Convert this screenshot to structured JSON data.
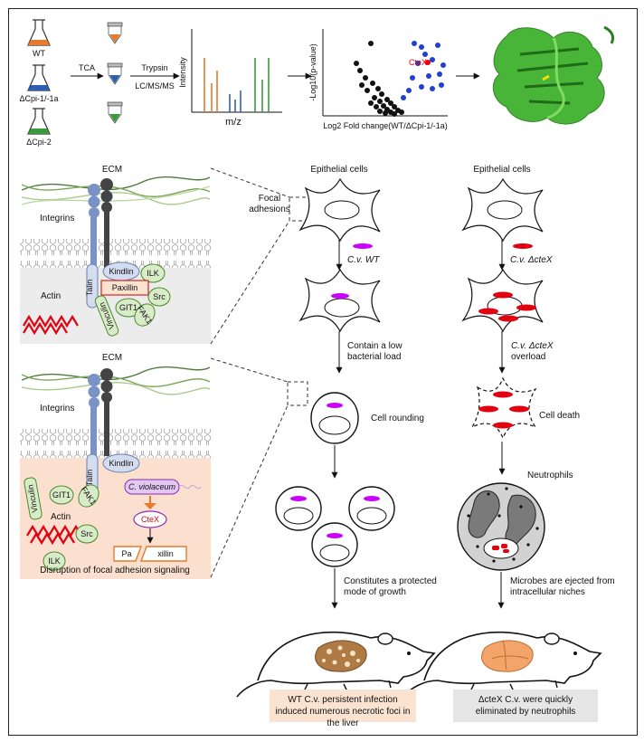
{
  "pipeline": {
    "strain_wt": "WT",
    "strain_cpi1": "ΔCpi-1/-1a",
    "strain_cpi2": "ΔCpi-2",
    "step_tca": "TCA",
    "step_trypsin": "Trypsin",
    "step_lcms": "LC/MS/MS",
    "spectrum_ylabel": "Intensity",
    "spectrum_xlabel": "m/z",
    "volcano_ylabel": "-Log10(p-value)",
    "volcano_xlabel": "Log2 Fold change(WT/ΔCpi-1/-1a)",
    "volcano_highlight": "CteX"
  },
  "panels": {
    "ecm_label": "ECM",
    "integrins_label": "Integrins",
    "actin_label": "Actin",
    "kindlin": "Kindlin",
    "ilk": "ILK",
    "talin": "Talin",
    "paxillin": "Paxillin",
    "src": "Src",
    "vinculin": "Vinculin",
    "git1": "GIT1",
    "fak1": "FAK1",
    "cviolaceum": "C. violaceum",
    "ctex": "CteX",
    "pax_left": "Pa",
    "pax_right": "xillin",
    "disruption": "Disruption of focal adhesion signaling"
  },
  "wt_path": {
    "header": "Epithelial cells",
    "focal_1": "Focal",
    "focal_2": "adhesions",
    "strain": "C.v. WT",
    "step1_l1": "Contain a low",
    "step1_l2": "bacterial load",
    "step2": "Cell rounding",
    "step3_l1": "Constitutes a protected",
    "step3_l2": "mode of growth",
    "result": "WT C.v. persistent infection induced numerous necrotic foci in the liver"
  },
  "mutant_path": {
    "header": "Epithelial cells",
    "strain": "C.v. ΔcteX",
    "overload_l1": "C.v. ΔcteX",
    "overload_l2": "overload",
    "death": "Cell death",
    "neutrophils": "Neutrophils",
    "eject_l1": "Microbes are ejected from",
    "eject_l2": "intracellular niches",
    "result": "ΔcteX C.v. were quickly eliminated by neutrophils"
  },
  "colors": {
    "purple": "#cc00ff",
    "red": "#e3000f",
    "green": "#2f8f2f",
    "protein_fill": "#d9ecc9",
    "protein_stroke": "#4a8a2a",
    "kindlin_fill": "#d4dcef",
    "wt_result_bg": "#fbe3d2",
    "mut_result_bg": "#e6e6e6",
    "membrane_bg": "#ececec",
    "disrupted_bg": "#fbe0cf"
  }
}
